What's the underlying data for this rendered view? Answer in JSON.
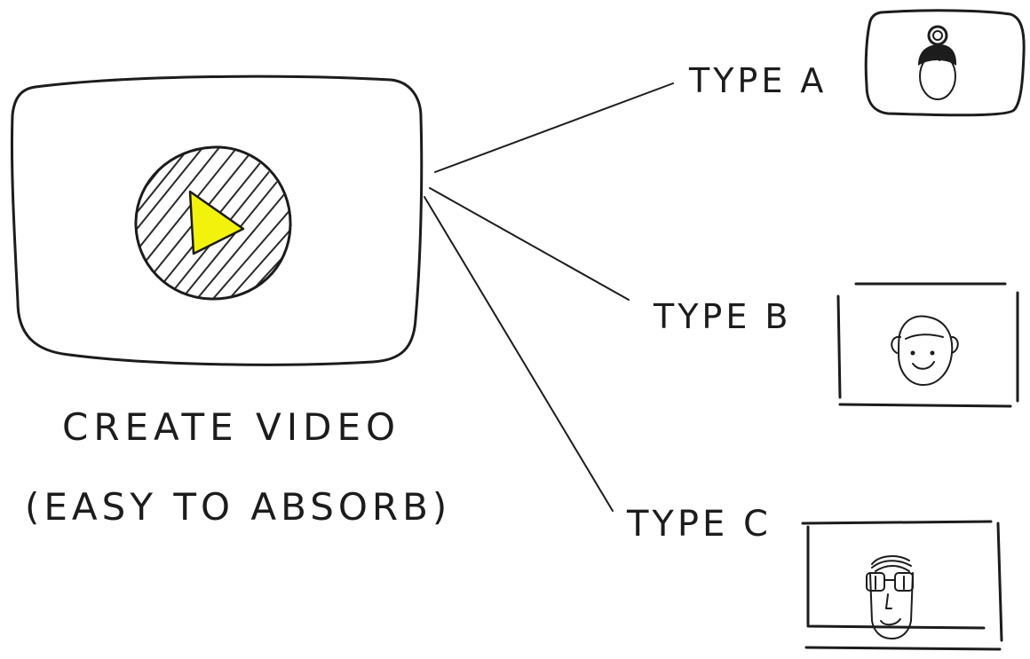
{
  "main_card": {
    "caption_line1": "CREATE VIDEO",
    "caption_line2": "(EASY TO ABSORB)",
    "play_color": "#f2f20c"
  },
  "branches": [
    {
      "label": "TYPE A",
      "avatar": "person-with-hair-bun-icon"
    },
    {
      "label": "TYPE B",
      "avatar": "bald-smiling-person-icon"
    },
    {
      "label": "TYPE C",
      "avatar": "person-with-glasses-icon"
    }
  ],
  "ink_color": "#1c1c1c"
}
